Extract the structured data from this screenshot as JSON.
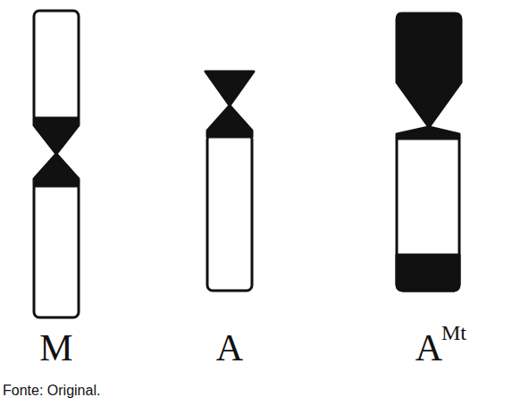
{
  "diagram": {
    "caption": "Fonte: Original.",
    "labels": [
      "M",
      "A",
      "A",
      "Mt"
    ]
  }
}
